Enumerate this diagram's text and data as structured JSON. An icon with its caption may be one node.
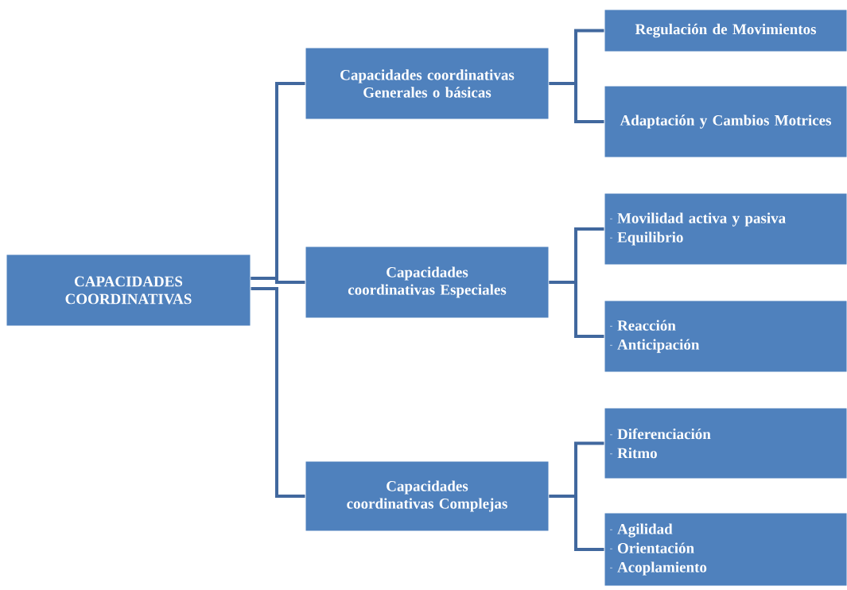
{
  "diagram": {
    "nodes": [
      {
        "text": [
          "CAPACIDADES COORDINATIVAS"
        ]
      },
      {
        "text": [
          "Capacidades coordinativas Generales o básicas"
        ]
      },
      {
        "text": [
          "Capacidades coordinativas Especiales"
        ]
      },
      {
        "text": [
          "Capacidades coordinativas Complejas"
        ]
      },
      {
        "text": [
          "Regulación de Movimientos"
        ]
      },
      {
        "text": [
          "Adaptación y Cambios Motrices"
        ]
      },
      {
        "text": [
          "Movilidad activa y pasiva",
          "Equilibrio"
        ]
      },
      {
        "text": [
          "Reacción",
          "Anticipación"
        ]
      },
      {
        "text": [
          "Diferenciación",
          "Ritmo"
        ]
      },
      {
        "text": [
          "Agilidad",
          "Orientación",
          "Acoplamiento"
        ]
      }
    ],
    "edges": [
      {
        "from": 0,
        "to": 1,
        "arrow": "none"
      },
      {
        "from": 0,
        "to": 2,
        "arrow": "none"
      },
      {
        "from": 0,
        "to": 3,
        "arrow": "none"
      },
      {
        "from": 1,
        "to": 4,
        "arrow": "none"
      },
      {
        "from": 1,
        "to": 5,
        "arrow": "none"
      },
      {
        "from": 2,
        "to": 6,
        "arrow": "none"
      },
      {
        "from": 2,
        "to": 7,
        "arrow": "none"
      },
      {
        "from": 3,
        "to": 8,
        "arrow": "none"
      },
      {
        "from": 3,
        "to": 9,
        "arrow": "none"
      }
    ]
  }
}
